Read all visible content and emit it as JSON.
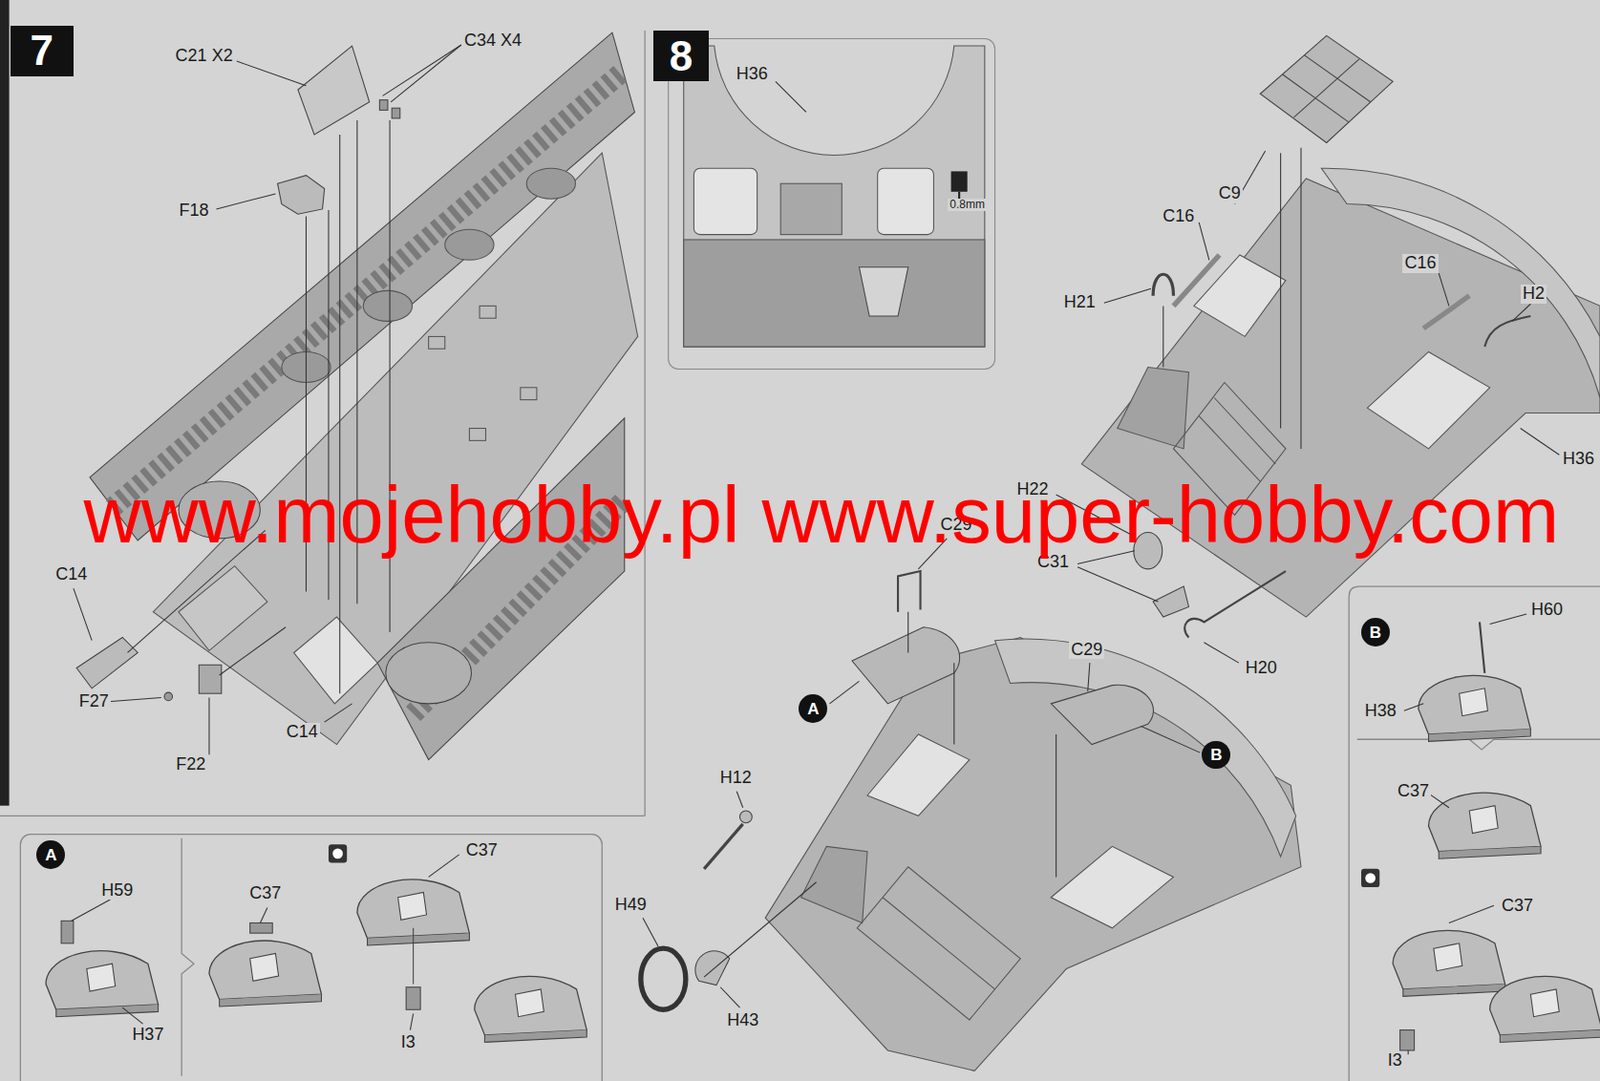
{
  "diagram": {
    "nodes": [
      {
        "text": [
          "7"
        ]
      },
      {
        "text": [
          "8"
        ]
      },
      {
        "text": [
          "B"
        ]
      },
      {
        "text": [
          "A"
        ]
      },
      {
        "text": [
          "B"
        ]
      },
      {
        "text": [
          "A"
        ]
      }
    ],
    "labels": [
      "C21 X2",
      "C34 X4",
      "F18",
      "C14",
      "F27",
      "F22",
      "C14",
      "H36",
      "0.8mm",
      "C9",
      "C16",
      "C16",
      "H2",
      "H21",
      "H36",
      "H22",
      "C29",
      "C31",
      "H20",
      "C29",
      "H12",
      "H49",
      "H43",
      "H60",
      "H38",
      "C37",
      "C37",
      "I3",
      "H59",
      "H37",
      "C37",
      "C37",
      "I3",
      "www.mojehobby.pl www.super-hobby.com"
    ]
  }
}
